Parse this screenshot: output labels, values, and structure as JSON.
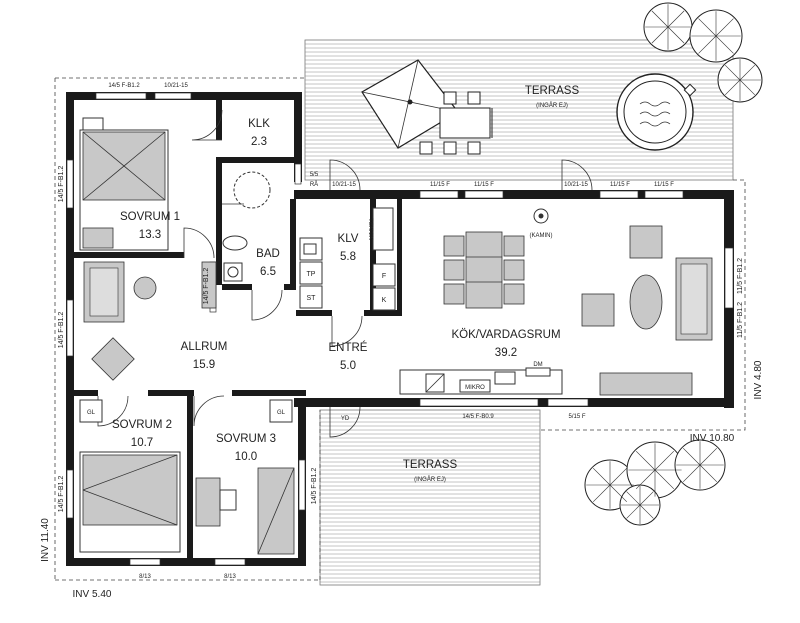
{
  "rooms": {
    "klk": {
      "name": "KLK",
      "area": "2.3"
    },
    "sovrum1": {
      "name": "SOVRUM 1",
      "area": "13.3"
    },
    "bad": {
      "name": "BAD",
      "area": "6.5"
    },
    "klv": {
      "name": "KLV",
      "area": "5.8"
    },
    "allrum": {
      "name": "ALLRUM",
      "area": "15.9"
    },
    "entre": {
      "name": "ENTRÉ",
      "area": "5.0"
    },
    "kok": {
      "name": "KÖK/VARDAGSRUM",
      "area": "39.2"
    },
    "sovrum2": {
      "name": "SOVRUM 2",
      "area": "10.7"
    },
    "sovrum3": {
      "name": "SOVRUM 3",
      "area": "10.0"
    }
  },
  "terrace_top": {
    "name": "TERRASS",
    "note": "(INGÅR EJ)"
  },
  "terrace_bottom": {
    "name": "TERRASS",
    "note": "(INGÅR EJ)"
  },
  "fixtures": {
    "teknik": "TEKNIK",
    "tp": "TP",
    "st": "ST",
    "f": "F",
    "k": "K",
    "kamin": "(KAMIN)",
    "dm": "DM",
    "mikro": "MIKRO",
    "gl1": "GL",
    "gl2": "GL",
    "yd": "YD"
  },
  "windows": {
    "w_top1": "14/5 F-B1.2",
    "w_top2": "10/21-15",
    "w_55": "5/5",
    "w_ra": "RÅ",
    "w_entry_top": "10/21-15",
    "w_1115a": "11/15 F",
    "w_1115b": "11/15 F",
    "w_terrace_door": "10/21-15",
    "w_1115c": "11/15 F",
    "w_1115d": "11/15 F",
    "w_left1": "14/5 F-B1.2",
    "w_left2": "14/5 F-B1.2",
    "w_left3": "14/5 F-B1.2",
    "w_right1": "11/5 F-B1.2",
    "w_right2": "11/5 F-B1.2",
    "w_mid_right": "14/5 F-B1.2",
    "w_sov3_right": "14/5 F-B1.2",
    "w_bottom_kok": "14/5 F-B0.9",
    "w_515": "5/15 F",
    "w_813a": "8/13",
    "w_813b": "8/13"
  },
  "dimensions": {
    "inv_480": "INV 4.80",
    "inv_1080": "INV 10.80",
    "inv_1140": "INV 11.40",
    "inv_540": "INV 5.40"
  },
  "colors": {
    "wall": "#1a1a1a",
    "furniture": "#c8c8c8",
    "line": "#333333"
  }
}
